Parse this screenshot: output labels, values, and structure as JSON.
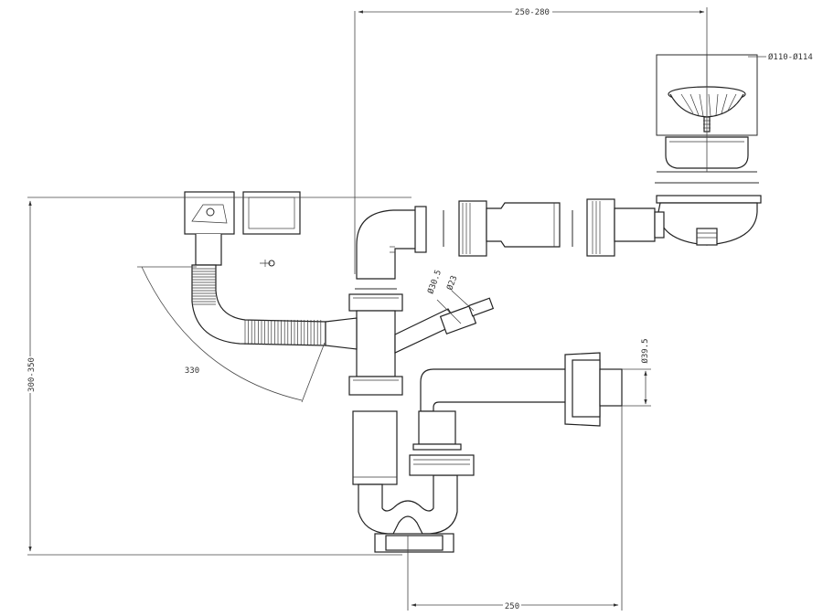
{
  "dimensions": {
    "top_width": "250-280",
    "strainer_diameter": "Ø110-Ø114",
    "height": "300-350",
    "hose_length": "330",
    "inlet_small": "Ø23",
    "inlet_large": "Ø30.5",
    "outlet_diameter": "Ø39.5",
    "bottom_width": "250"
  }
}
